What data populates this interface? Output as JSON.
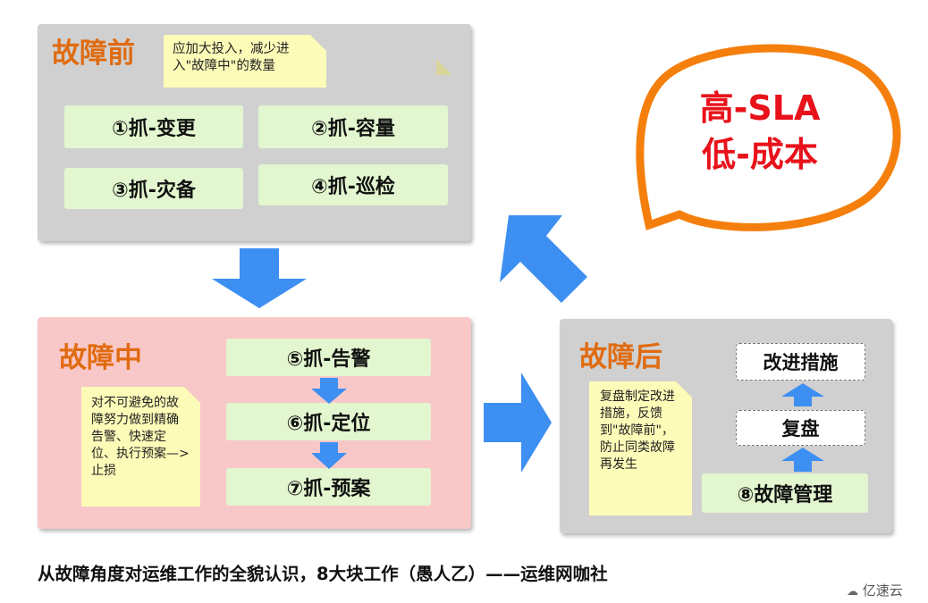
{
  "before": {
    "title": "故障前",
    "note": "应加大投入，减少进入\"故障中\"的数量",
    "items": [
      "①抓-变更",
      "②抓-容量",
      "③抓-灾备",
      "④抓-巡检"
    ]
  },
  "during": {
    "title": "故障中",
    "note": "对不可避免的故障努力做到精确告警、快速定位、执行预案—>止损",
    "items": [
      "⑤抓-告警",
      "⑥抓-定位",
      "⑦抓-预案"
    ]
  },
  "after": {
    "title": "故障后",
    "note": "复盘制定改进措施，反馈到\"故障前\"，防止同类故障再发生",
    "steps": [
      "改进措施",
      "复盘"
    ],
    "main": "⑧故障管理"
  },
  "bubble": {
    "line1": "高-SLA",
    "line2": "低-成本"
  },
  "caption": "从故障角度对运维工作的全貌认识，8大块工作（愚人乙）——运维网咖社",
  "watermark": "亿速云",
  "colors": {
    "title_orange": "#e06b10",
    "arrow_blue": "#3d8ff2",
    "bubble_orange": "#f57f0c",
    "bubble_text": "#e8121a",
    "green_box": "#e2f6cf",
    "note_yellow": "#fdfbb8"
  }
}
